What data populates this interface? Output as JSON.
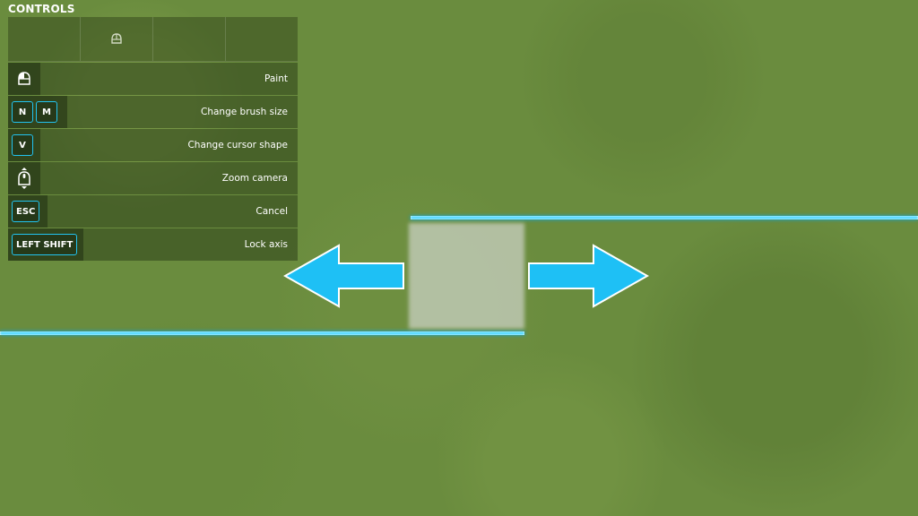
{
  "controls": {
    "title": "CONTROLS",
    "icon_slots": [
      "",
      "mouse-icon",
      "",
      ""
    ],
    "rows": [
      {
        "keys": [],
        "icon": "mouse-left-icon",
        "label": "Paint"
      },
      {
        "keys": [
          "N",
          "M"
        ],
        "label": "Change brush size"
      },
      {
        "keys": [
          "V"
        ],
        "label": "Change cursor shape"
      },
      {
        "keys": [],
        "icon": "mouse-scroll-icon",
        "label": "Zoom camera"
      },
      {
        "keys": [
          "ESC"
        ],
        "label": "Cancel"
      },
      {
        "keys": [
          "LEFT SHIFT"
        ],
        "label": "Lock axis"
      }
    ]
  },
  "colors": {
    "accent": "#22c3f0",
    "guide_line": "#4fd8ff",
    "arrow": "#1ec0f5",
    "terrain": "#6a8c3e"
  }
}
